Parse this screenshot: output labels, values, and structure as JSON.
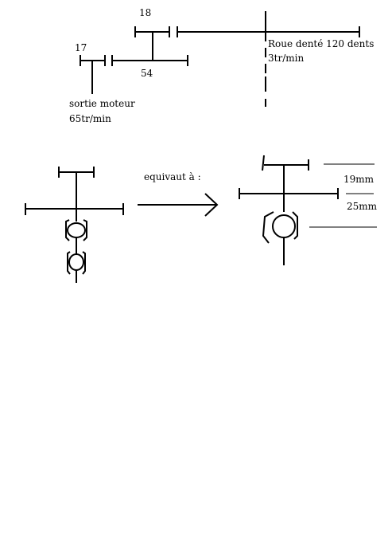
{
  "top_diagram": {
    "gear_18_label": "18",
    "gear_17_label": "17",
    "gear_54_label": "54",
    "wheel_label_line1": "Roue denté 120 dents",
    "wheel_label_line2": "3tr/min",
    "motor_label_line1": "sortie moteur",
    "motor_label_line2": "65tr/min"
  },
  "bottom_diagram": {
    "equivalence_label": "equivaut à :",
    "dim_19": "19mm",
    "dim_25": "25mm"
  },
  "colors": {
    "ink": "#000000",
    "background": "#ffffff"
  }
}
